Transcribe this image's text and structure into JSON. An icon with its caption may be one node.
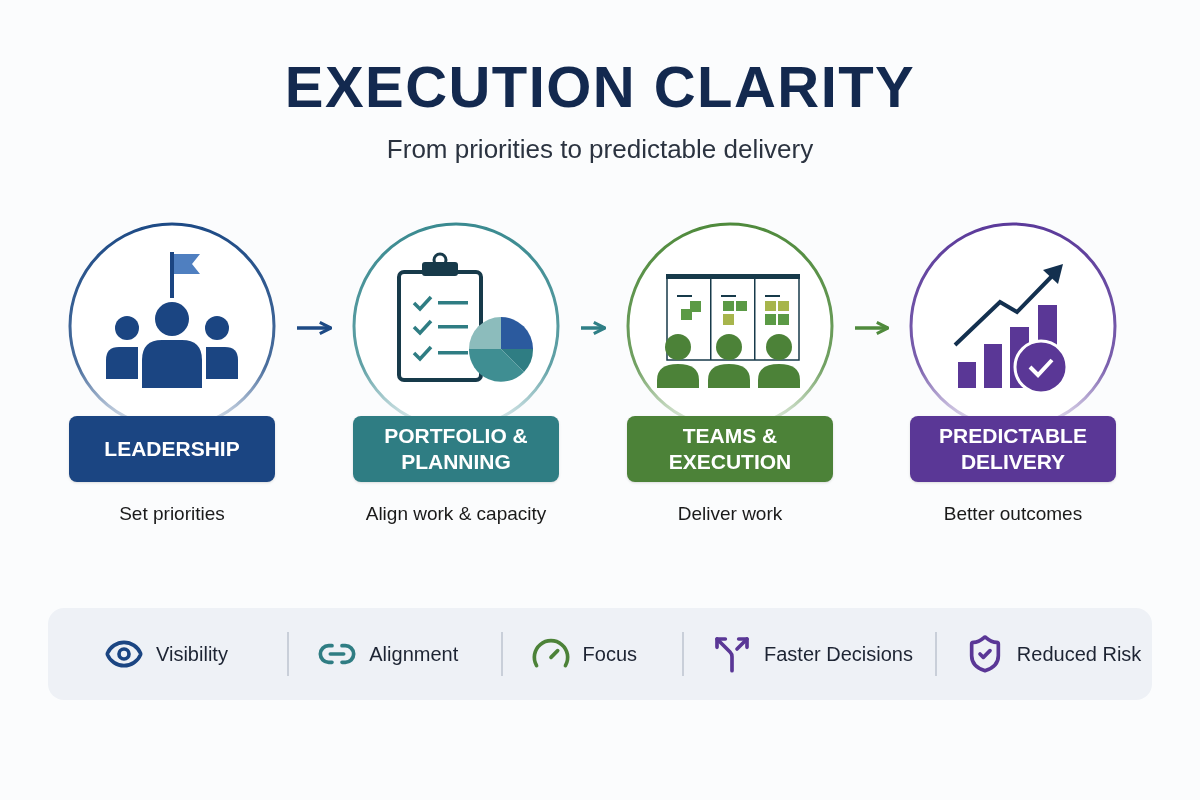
{
  "diagram": {
    "title": "EXECUTION CLARITY",
    "caption": "From priorities to predictable delivery",
    "nodes": [
      {
        "text": [
          "LEADERSHIP"
        ],
        "beside": [
          "Set priorities"
        ]
      },
      {
        "text": [
          "PORTFOLIO & PLANNING"
        ],
        "beside": [
          "Align work & capacity"
        ]
      },
      {
        "text": [
          "TEAMS & EXECUTION"
        ],
        "beside": [
          "Deliver work"
        ]
      },
      {
        "text": [
          "PREDICTABLE DELIVERY"
        ],
        "beside": [
          "Better outcomes"
        ]
      }
    ],
    "edges": [
      {
        "from": 0,
        "to": 1,
        "arrow": "to",
        "color": "#1d4a85"
      },
      {
        "from": 1,
        "to": 2,
        "arrow": "to",
        "color": "#2f7f86"
      },
      {
        "from": 2,
        "to": 3,
        "arrow": "to",
        "color": "#4f8a3c"
      }
    ],
    "labels": [
      "Visibility",
      "Alignment",
      "Focus",
      "Faster Decisions",
      "Reduced Risk"
    ]
  }
}
